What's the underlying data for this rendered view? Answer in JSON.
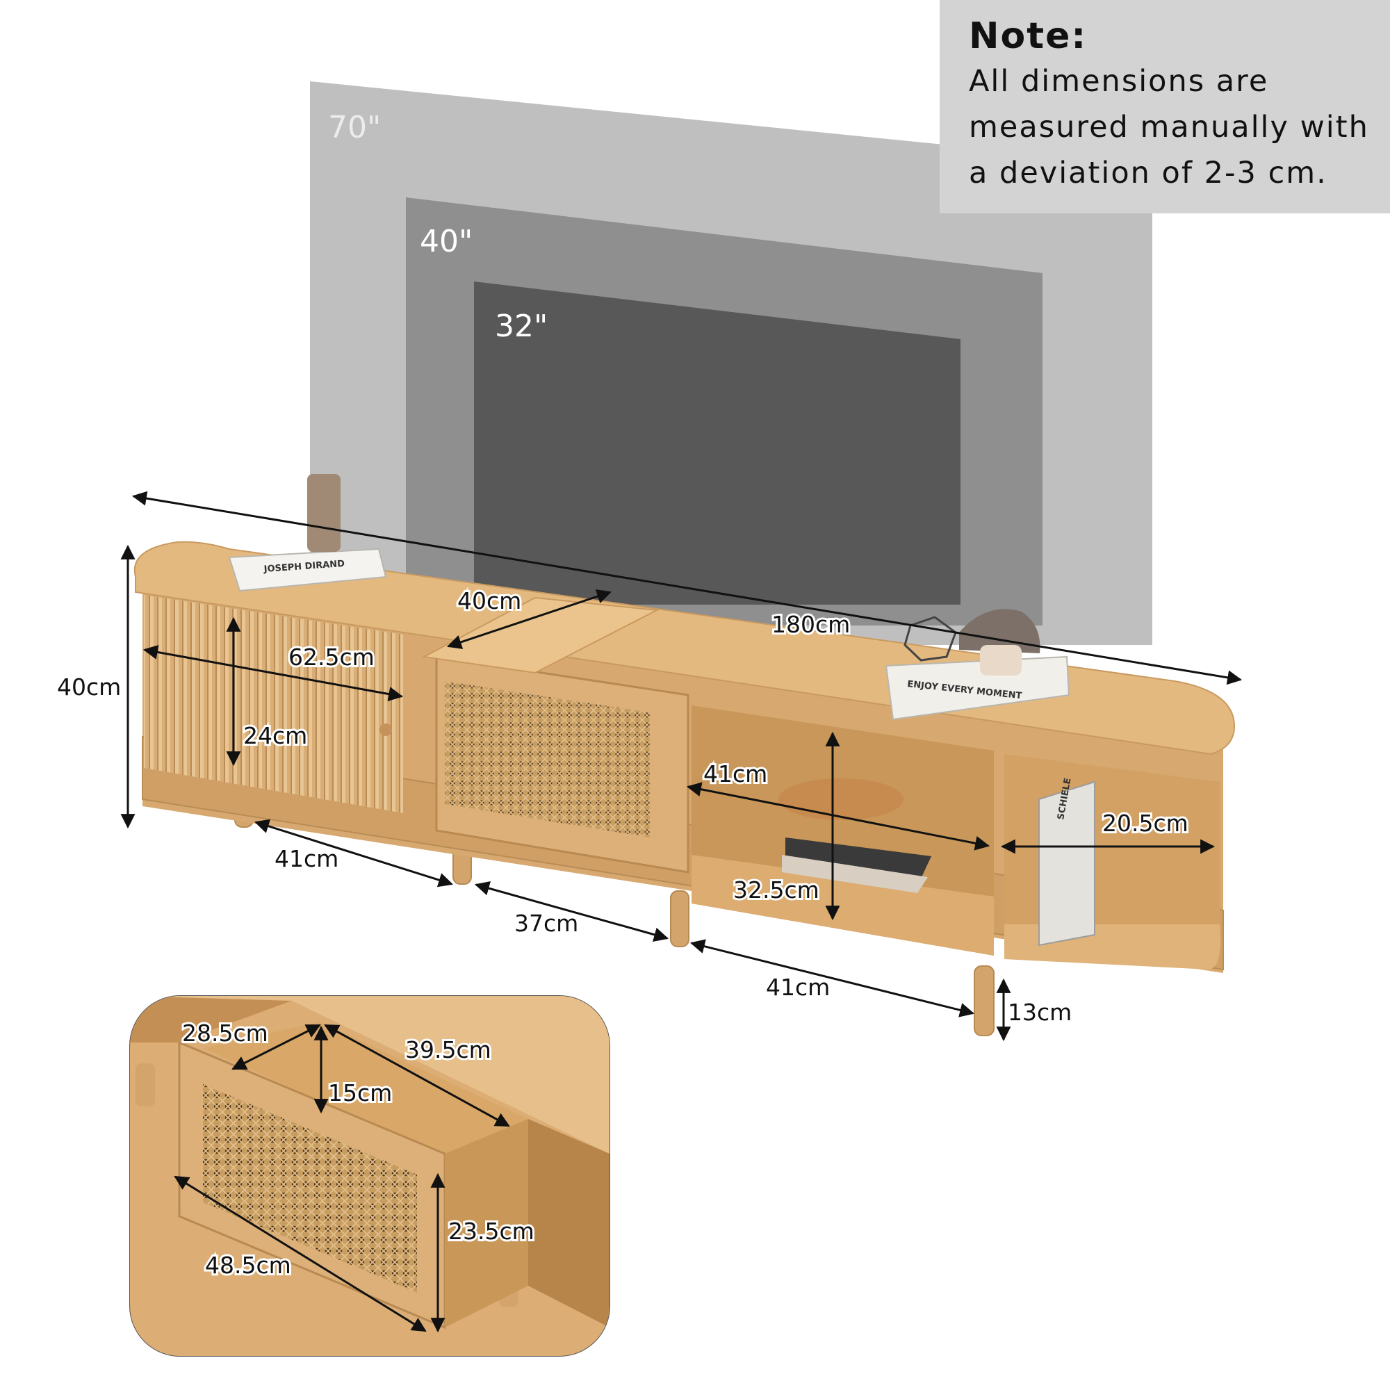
{
  "note": {
    "title": "Note:",
    "lines": [
      "All dimensions are",
      "measured manually with",
      "a deviation of 2-3 cm."
    ]
  },
  "tv_sizes": [
    "70\"",
    "40\"",
    "32\""
  ],
  "dimensions": {
    "total_length": "180cm",
    "height": "40cm",
    "top_depth": "40cm",
    "left_door_width": "62.5cm",
    "left_door_height": "24cm",
    "open_shelf_width": "41cm",
    "open_shelf_height": "32.5cm",
    "end_shelf_width": "20.5cm",
    "leg_span_left": "41cm",
    "leg_span_middle": "37cm",
    "leg_span_right": "41cm",
    "leg_height": "13cm"
  },
  "drawer_dimensions": {
    "depth": "28.5cm",
    "length": "39.5cm",
    "inner_height": "15cm",
    "front_height": "23.5cm",
    "front_width": "48.5cm"
  },
  "props": {
    "book_left": "JOSEPH DIRAND",
    "book_right": "ENJOY EVERY MOMENT",
    "book_shelf": "SCHIELE"
  },
  "colors": {
    "tv_70": "#bfbfbf",
    "tv_40": "#8f8f8f",
    "tv_32": "#585858",
    "wood": "#ddb37e",
    "wood_dark": "#c89a61",
    "note_bg": "#d3d3d3"
  }
}
